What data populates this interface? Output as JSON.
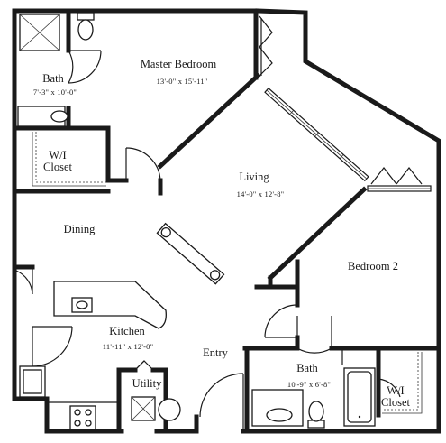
{
  "floorplan": {
    "rooms": [
      {
        "id": "master-bedroom",
        "name": "Master Bedroom",
        "dims": "13'-0\" x 15'-11\""
      },
      {
        "id": "master-bath",
        "name": "Bath",
        "dims": "7'-3\" x 10'-0\""
      },
      {
        "id": "master-closet",
        "name": "W/I\nCloset",
        "dims": ""
      },
      {
        "id": "living",
        "name": "Living",
        "dims": "14'-0\" x 12'-8\""
      },
      {
        "id": "dining",
        "name": "Dining",
        "dims": ""
      },
      {
        "id": "bedroom-2",
        "name": "Bedroom 2",
        "dims": ""
      },
      {
        "id": "kitchen",
        "name": "Kitchen",
        "dims": "11'-11\" x 12'-0\""
      },
      {
        "id": "entry",
        "name": "Entry",
        "dims": ""
      },
      {
        "id": "utility",
        "name": "Utility",
        "dims": ""
      },
      {
        "id": "bath-2",
        "name": "Bath",
        "dims": "10'-9\" x 6'-8\""
      },
      {
        "id": "closet-2",
        "name": "W/I\nCloset",
        "dims": ""
      }
    ]
  }
}
